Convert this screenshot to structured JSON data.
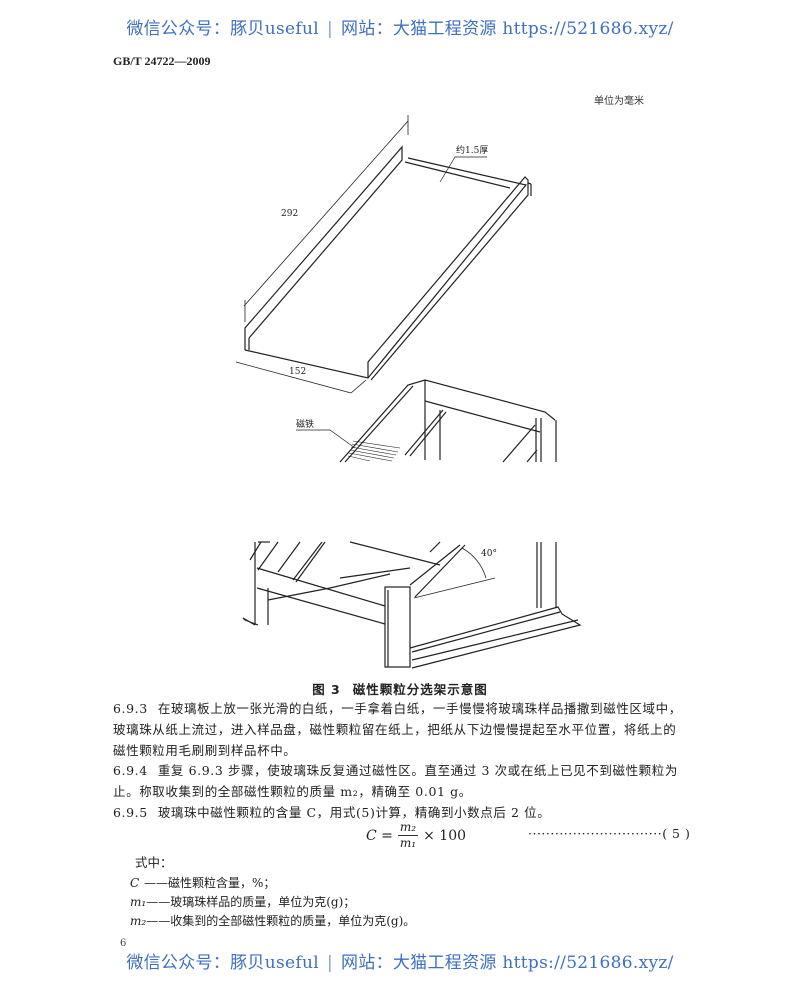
{
  "watermark": {
    "left": "微信公众号：豚贝useful",
    "separator": "|",
    "right": "网站：大猫工程资源 https://521686.xyz/",
    "color": "#3d6fc4"
  },
  "header": {
    "standard_number": "GB/T 24722—2009",
    "unit_note": "单位为毫米"
  },
  "figure": {
    "tray_labels": {
      "length": "292",
      "width": "152",
      "thickness": "约1.5厚"
    },
    "frame_labels": {
      "magnet": "磁铁",
      "angle": "40°"
    },
    "caption_number": "图 3",
    "caption_title": "磁性颗粒分选架示意图"
  },
  "paragraphs": [
    {
      "clause": "6.9.3",
      "text": "在玻璃板上放一张光滑的白纸，一手拿着白纸，一手慢慢将玻璃珠样品播撒到磁性区域中，玻璃珠从纸上流过，进入样品盘，磁性颗粒留在纸上，把纸从下边慢慢提起至水平位置，将纸上的磁性颗粒用毛刷刷到样品杯中。"
    },
    {
      "clause": "6.9.4",
      "text": "重复 6.9.3 步骤，使玻璃珠反复通过磁性区。直至通过 3 次或在纸上已见不到磁性颗粒为止。称取收集到的全部磁性颗粒的质量 m₂，精确至 0.01 g。"
    },
    {
      "clause": "6.9.5",
      "text": "玻璃珠中磁性颗粒的含量 C，用式(5)计算，精确到小数点后 2 位。"
    }
  ],
  "formula": {
    "lhs": "C =",
    "numerator": "m₂",
    "denominator": "m₁",
    "rhs": "× 100",
    "reference": "······························( 5 )"
  },
  "definitions": {
    "intro": "式中：",
    "items": [
      {
        "symbol": "C",
        "text": "——磁性颗粒含量，%；"
      },
      {
        "symbol": "m₁",
        "text": "——玻璃珠样品的质量，单位为克(g)；"
      },
      {
        "symbol": "m₂",
        "text": "——收集到的全部磁性颗粒的质量，单位为克(g)。"
      }
    ]
  },
  "footer": {
    "page_number": "6"
  }
}
